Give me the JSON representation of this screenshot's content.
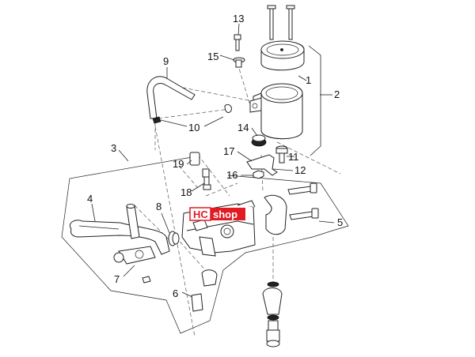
{
  "callouts": [
    {
      "id": "1",
      "label": "1"
    },
    {
      "id": "2",
      "label": "2"
    },
    {
      "id": "3",
      "label": "3"
    },
    {
      "id": "4",
      "label": "4"
    },
    {
      "id": "5",
      "label": "5"
    },
    {
      "id": "6",
      "label": "6"
    },
    {
      "id": "7",
      "label": "7"
    },
    {
      "id": "8",
      "label": "8"
    },
    {
      "id": "9",
      "label": "9"
    },
    {
      "id": "10",
      "label": "10"
    },
    {
      "id": "11",
      "label": "11"
    },
    {
      "id": "12",
      "label": "12"
    },
    {
      "id": "13",
      "label": "13"
    },
    {
      "id": "14",
      "label": "14"
    },
    {
      "id": "15",
      "label": "15"
    },
    {
      "id": "16",
      "label": "16"
    },
    {
      "id": "17",
      "label": "17"
    },
    {
      "id": "18",
      "label": "18"
    },
    {
      "id": "19",
      "label": "19"
    }
  ],
  "badge": {
    "left_text": "HC",
    "right_text": "shop",
    "left_color": "#ffffff",
    "right_color": "#e21b23"
  }
}
